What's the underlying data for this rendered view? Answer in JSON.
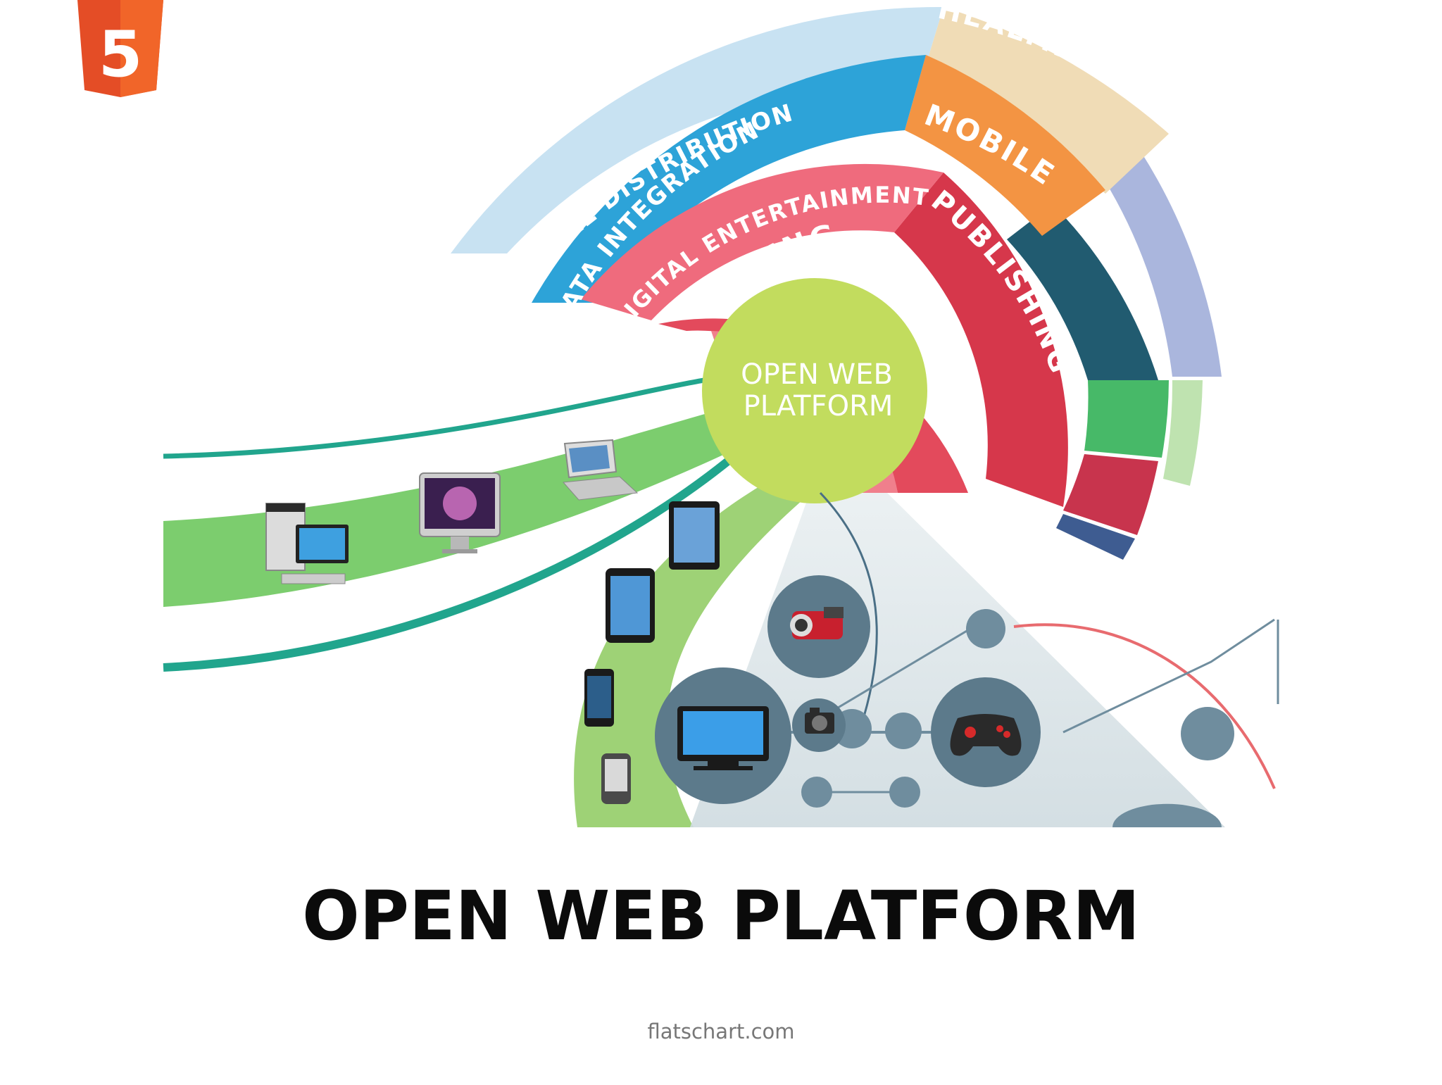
{
  "slide": {
    "title": "OPEN WEB PLATFORM",
    "footer_credit": "flatschart.com",
    "logo_glyph": "5",
    "logo_icon": "html5-shield-icon"
  },
  "diagram": {
    "center_label_line1": "OPEN WEB",
    "center_label_line2": "PLATFORM",
    "center_color": "#c2dc5e",
    "arcs": [
      {
        "label": "GAMING",
        "color": "#e34a5c"
      },
      {
        "label": "DIGITAL ENTERTAINMENT",
        "color": "#ef6b7d"
      },
      {
        "label": "PUBLISHING",
        "color": "#d6374b"
      },
      {
        "label": "DATA INTEGRATION",
        "color": "#2da3d8"
      },
      {
        "label": "MOBILE",
        "color": "#f39443"
      },
      {
        "label": "SOFTWARE DISTRIBUTION",
        "color": "#c3dff0"
      },
      {
        "label": "HEALTHCARE",
        "color": "#f0dcb6"
      }
    ],
    "devices": [
      {
        "name": "desktop-pc-icon"
      },
      {
        "name": "imac-icon"
      },
      {
        "name": "laptop-icon"
      },
      {
        "name": "ipad-icon"
      },
      {
        "name": "android-tablet-icon"
      },
      {
        "name": "iphone-icon"
      },
      {
        "name": "htc-phone-icon"
      },
      {
        "name": "camcorder-icon"
      },
      {
        "name": "tv-icon"
      },
      {
        "name": "photo-camera-icon"
      },
      {
        "name": "game-controller-icon"
      }
    ],
    "brand_colors": {
      "html5_orange": "#e44d26",
      "green_path": "#7ccd6e",
      "teal_line": "#21a58d",
      "node_gray": "#6f8d9e"
    }
  }
}
